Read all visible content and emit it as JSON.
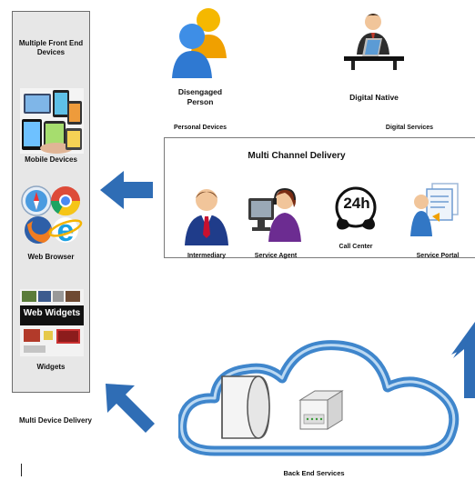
{
  "front_end_panel": {
    "title": "Multiple Front End Devices",
    "devices": [
      {
        "label": "Mobile Devices",
        "icon": "mobile-devices-icon"
      },
      {
        "label": "Web Browser",
        "icon": "web-browser-icon"
      },
      {
        "label": "Widgets",
        "icon": "web-widgets-icon",
        "image_caption": "Web Widgets"
      }
    ]
  },
  "top_actors": {
    "disengaged": {
      "label": "Disengaged Person",
      "caption": "Personal Devices",
      "icon": "people-icon"
    },
    "native": {
      "label": "Digital Native",
      "caption": "Digital Services",
      "icon": "laptop-user-icon"
    }
  },
  "multi_channel": {
    "title": "Multi Channel Delivery",
    "channels": [
      {
        "label": "Intermediary",
        "icon": "businessman-icon"
      },
      {
        "label": "Service Agent",
        "icon": "headset-agent-icon"
      },
      {
        "label": "Call Center",
        "icon": "24h-phone-icon",
        "badge": "24h"
      },
      {
        "label": "Service Portal",
        "icon": "portal-user-icon"
      }
    ]
  },
  "multi_device_label": "Multi Device Delivery",
  "back_end_label": "Back End Services",
  "colors": {
    "arrow": "#2f6db5",
    "cloud": "#3f86cc",
    "panel": "#e7e7e7"
  }
}
